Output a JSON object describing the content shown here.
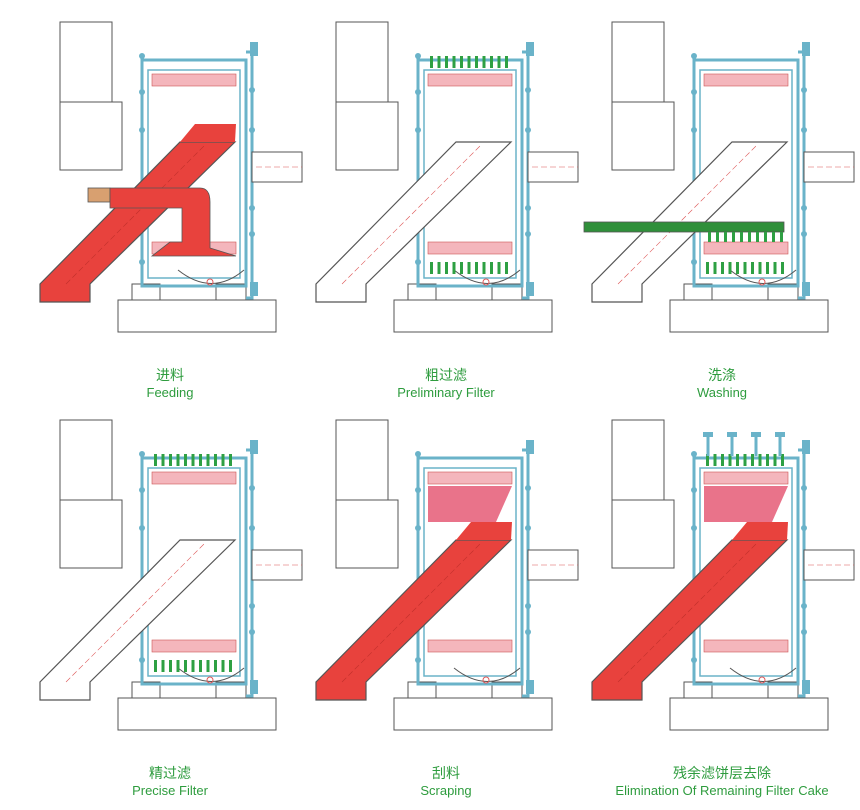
{
  "colors": {
    "housing": "#6ab3c9",
    "outline": "#555555",
    "slurry": "#e8423d",
    "cake": "#f4b6bc",
    "cake_dark": "#e9738a",
    "wash": "#2f8f3a",
    "nozzle": "#2ea043",
    "caption": "#2e9c3e"
  },
  "steps": [
    {
      "id": "feeding",
      "label_cn": "进料",
      "label_en": "Feeding",
      "chute_fill": "slurry",
      "feed_pipe": true,
      "wash_pipe": false,
      "top_cake": true,
      "bottom_cake": true,
      "cake_style": "light",
      "top_nozzles": false,
      "bottom_nozzles": false,
      "top_valves": false
    },
    {
      "id": "preliminary-filter",
      "label_cn": "粗过滤",
      "label_en": "Preliminary Filter",
      "chute_fill": "none",
      "feed_pipe": false,
      "wash_pipe": false,
      "top_cake": true,
      "bottom_cake": true,
      "cake_style": "light",
      "top_nozzles": true,
      "bottom_nozzles": true,
      "top_valves": false
    },
    {
      "id": "washing",
      "label_cn": "洗涤",
      "label_en": "Washing",
      "chute_fill": "none",
      "feed_pipe": false,
      "wash_pipe": true,
      "top_cake": true,
      "bottom_cake": true,
      "cake_style": "light",
      "top_nozzles": false,
      "bottom_nozzles": true,
      "top_valves": false
    },
    {
      "id": "precise-filter",
      "label_cn": "精过滤",
      "label_en": "Precise Filter",
      "chute_fill": "none",
      "feed_pipe": false,
      "wash_pipe": false,
      "top_cake": true,
      "bottom_cake": true,
      "cake_style": "light",
      "top_nozzles": true,
      "bottom_nozzles": true,
      "top_valves": false
    },
    {
      "id": "scraping",
      "label_cn": "刮料",
      "label_en": "Scraping",
      "chute_fill": "slurry",
      "feed_pipe": false,
      "wash_pipe": false,
      "top_cake": true,
      "bottom_cake": true,
      "cake_style": "dark",
      "top_nozzles": false,
      "bottom_nozzles": false,
      "top_valves": false
    },
    {
      "id": "elimination",
      "label_cn": "残余滤饼层去除",
      "label_en": "Elimination Of Remaining Filter Cake",
      "chute_fill": "slurry",
      "feed_pipe": false,
      "wash_pipe": false,
      "top_cake": true,
      "bottom_cake": true,
      "cake_style": "dark",
      "top_nozzles": true,
      "bottom_nozzles": false,
      "top_valves": true
    }
  ]
}
